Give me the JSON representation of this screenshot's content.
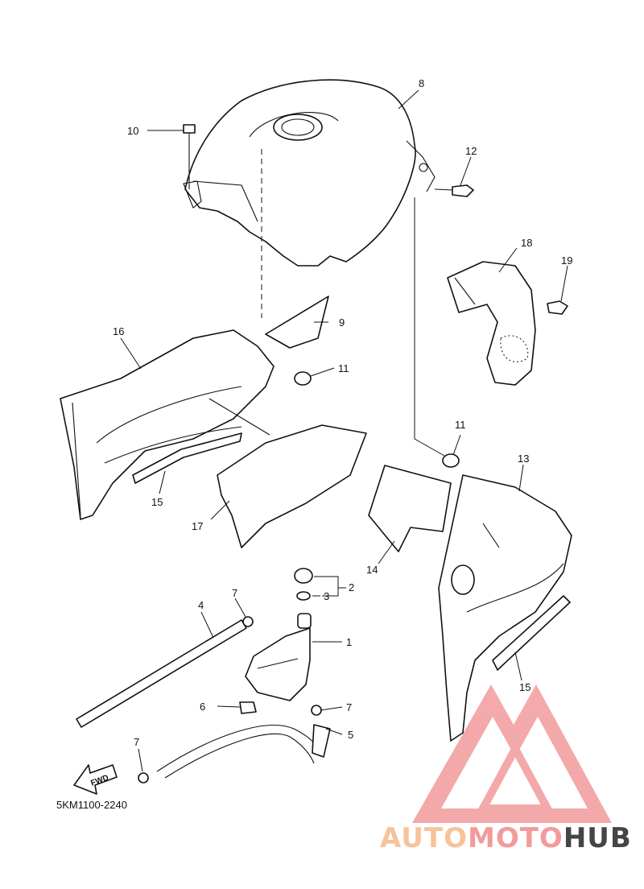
{
  "diagram": {
    "code": "5KM1100-2240",
    "fwd_label": "FWD",
    "callouts": {
      "c1": "1",
      "c2": "2",
      "c3": "3",
      "c4": "4",
      "c5": "5",
      "c6": "6",
      "c7a": "7",
      "c7b": "7",
      "c7c": "7",
      "c8": "8",
      "c9": "9",
      "c10": "10",
      "c11a": "11",
      "c11b": "11",
      "c12": "12",
      "c13": "13",
      "c14": "14",
      "c15a": "15",
      "c15b": "15",
      "c16": "16",
      "c17": "17",
      "c18": "18",
      "c19": "19"
    }
  },
  "watermark": {
    "part1": "AUTO",
    "part2": "MOTO",
    "part3": "HUB",
    "color_primary": "#f4a3a3",
    "color_secondary": "#f7c3a0",
    "color_dark": "#3f3f3f"
  }
}
